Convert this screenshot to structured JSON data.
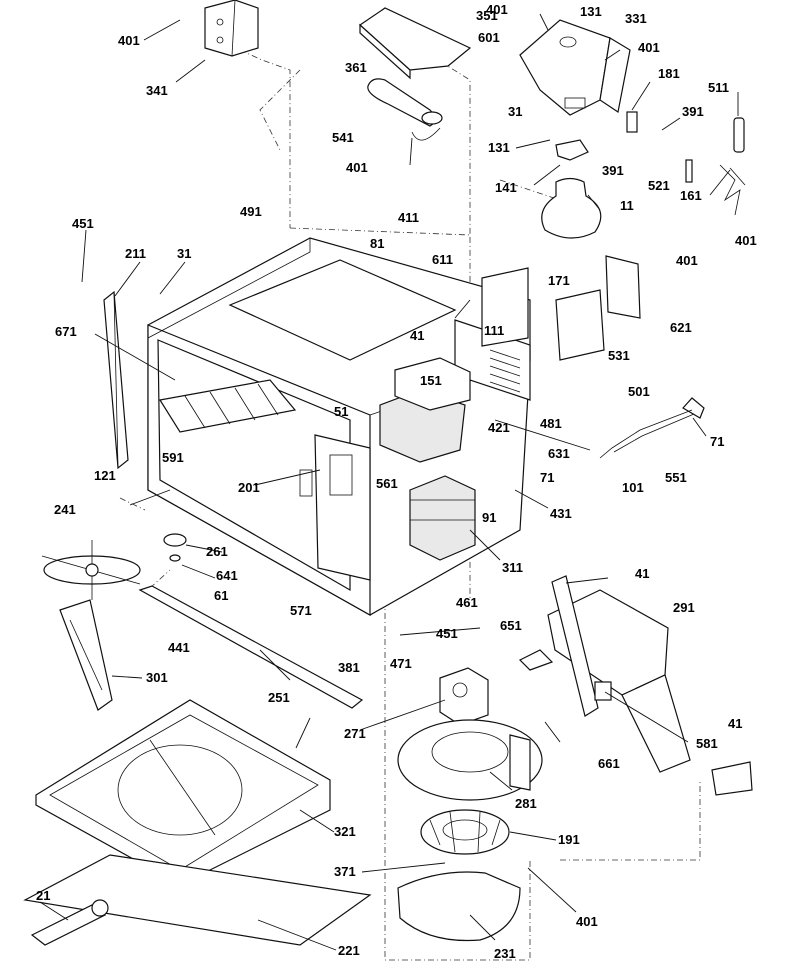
{
  "labels": [
    "401",
    "341",
    "351",
    "401",
    "131",
    "331",
    "601",
    "401",
    "181",
    "361",
    "31",
    "391",
    "511",
    "541",
    "131",
    "401",
    "141",
    "391",
    "521",
    "161",
    "11",
    "401",
    "451",
    "211",
    "31",
    "491",
    "411",
    "81",
    "611",
    "401",
    "671",
    "111",
    "171",
    "621",
    "531",
    "41",
    "151",
    "51",
    "591",
    "421",
    "481",
    "501",
    "71",
    "201",
    "631",
    "71",
    "561",
    "101",
    "551",
    "121",
    "91",
    "431",
    "241",
    "261",
    "641",
    "61",
    "571",
    "311",
    "461",
    "41",
    "291",
    "441",
    "451",
    "651",
    "381",
    "471",
    "301",
    "251",
    "271",
    "581",
    "661",
    "41",
    "281",
    "321",
    "191",
    "371",
    "21",
    "401",
    "221",
    "231"
  ]
}
